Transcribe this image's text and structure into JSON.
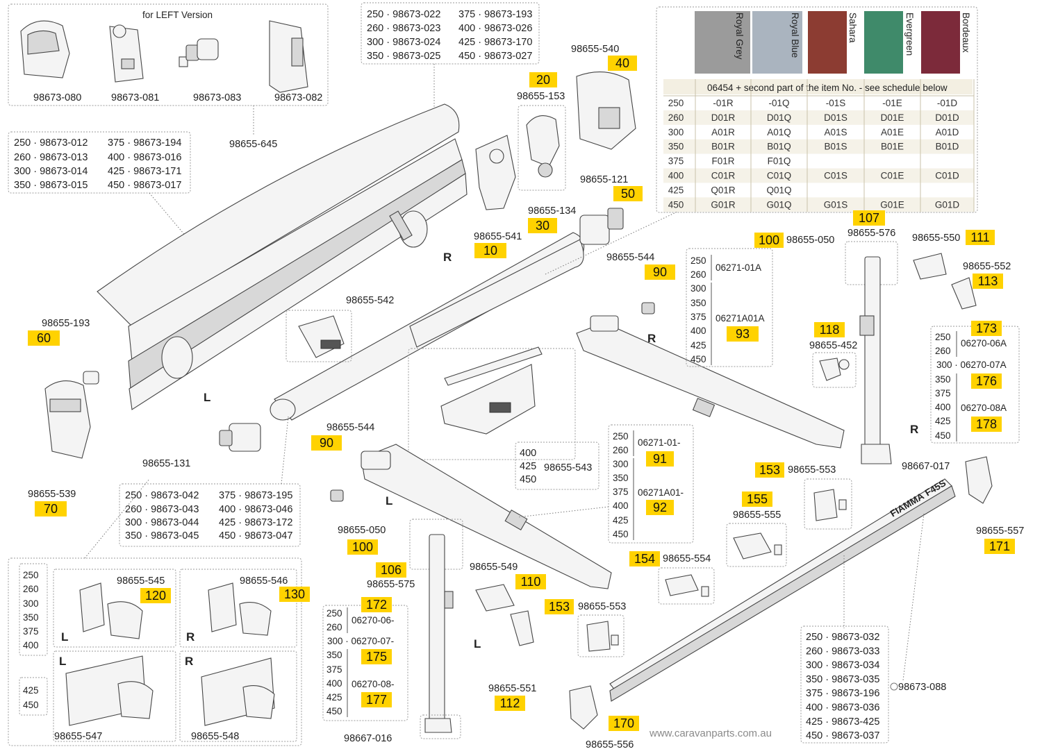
{
  "left_version_box": {
    "title": "for LEFT Version",
    "parts": [
      "98673-080",
      "98673-081",
      "98673-083",
      "98673-082"
    ],
    "ref": "98655-645"
  },
  "front_profile_table": {
    "rows": [
      [
        "250 · 98673-012",
        "375 · 98673-194"
      ],
      [
        "260 · 98673-013",
        "400 · 98673-016"
      ],
      [
        "300 · 98673-014",
        "425 · 98673-171"
      ],
      [
        "350 · 98673-015",
        "450 · 98673-017"
      ]
    ]
  },
  "top_table": {
    "rows": [
      [
        "250 · 98673-022",
        "375 · 98673-193"
      ],
      [
        "260 · 98673-023",
        "400 · 98673-026"
      ],
      [
        "300 · 98673-024",
        "425 · 98673-170"
      ],
      [
        "350 · 98673-025",
        "450 · 98673-027"
      ]
    ]
  },
  "roller_table": {
    "rows": [
      [
        "250 · 98673-042",
        "375 · 98673-195"
      ],
      [
        "260 · 98673-043",
        "400 · 98673-046"
      ],
      [
        "300 · 98673-044",
        "425 · 98673-172"
      ],
      [
        "350 · 98673-045",
        "450 · 98673-047"
      ]
    ]
  },
  "bottom_profile_table": {
    "rows": [
      "250 · 98673-032",
      "260 · 98673-033",
      "300 · 98673-034",
      "350 · 98673-035",
      "375 · 98673-196",
      "400 · 98673-036",
      "425 · 98673-425",
      "450 · 98673-037"
    ],
    "ref": "98673-088"
  },
  "fabric_table": {
    "colors": [
      {
        "name": "Royal Grey",
        "swatch": "#9b9b9b"
      },
      {
        "name": "Royal Blue",
        "swatch": "#aab4bf"
      },
      {
        "name": "Sahara",
        "swatch": "#8c3c32"
      },
      {
        "name": "Evergreen",
        "swatch": "#3f8a6a"
      },
      {
        "name": "Bordeaux",
        "swatch": "#7c2a3a"
      }
    ],
    "header": "06454 + second part of the item No. - see schedule below",
    "rows": [
      {
        "size": "250",
        "cells": [
          "-01R",
          "-01Q",
          "-01S",
          "-01E",
          "-01D"
        ]
      },
      {
        "size": "260",
        "cells": [
          "D01R",
          "D01Q",
          "D01S",
          "D01E",
          "D01D"
        ]
      },
      {
        "size": "300",
        "cells": [
          "A01R",
          "A01Q",
          "A01S",
          "A01E",
          "A01D"
        ]
      },
      {
        "size": "350",
        "cells": [
          "B01R",
          "B01Q",
          "B01S",
          "B01E",
          "B01D"
        ]
      },
      {
        "size": "375",
        "cells": [
          "F01R",
          "F01Q",
          "",
          "",
          ""
        ]
      },
      {
        "size": "400",
        "cells": [
          "C01R",
          "C01Q",
          "C01S",
          "C01E",
          "C01D"
        ]
      },
      {
        "size": "425",
        "cells": [
          "Q01R",
          "Q01Q",
          "",
          "",
          ""
        ]
      },
      {
        "size": "450",
        "cells": [
          "G01R",
          "G01Q",
          "G01S",
          "G01E",
          "G01D"
        ]
      }
    ]
  },
  "arm_table_right": {
    "sizes_a": [
      "250",
      "260"
    ],
    "code_a": "06271-01A",
    "sizes_b": [
      "300",
      "350",
      "375",
      "400",
      "425",
      "450"
    ],
    "code_b": "06271A01A",
    "badge": "93"
  },
  "arm_table_left": {
    "sizes_a": [
      "250",
      "260"
    ],
    "code_a": "06271-01-",
    "badge_a": "91",
    "sizes_b": [
      "300",
      "350",
      "375",
      "400",
      "425",
      "450"
    ],
    "code_b": "06271A01-",
    "badge_b": "92"
  },
  "leg_table_right": {
    "badge_top": "173",
    "sizes_a": [
      "250",
      "260"
    ],
    "code_a": "06270-06A",
    "row_300": "300 · 06270-07A",
    "badge_300": "176",
    "sizes_b": [
      "350",
      "375",
      "400",
      "425",
      "450"
    ],
    "code_b": "06270-08A",
    "badge_b": "178"
  },
  "leg_table_left": {
    "badge_top": "172",
    "sizes_a": [
      "250",
      "260"
    ],
    "code_a": "06270-06-",
    "row_300": "300 · 06270-07-",
    "badge_300": "175",
    "sizes_b": [
      "350",
      "375",
      "400",
      "425",
      "450"
    ],
    "code_b": "06270-08-",
    "badge_b": "177"
  },
  "bracket_box": {
    "sizes_a": [
      "250",
      "260",
      "300",
      "350",
      "375",
      "400"
    ],
    "sizes_b": [
      "425",
      "450"
    ],
    "bracket_1": {
      "code": "98655-545",
      "badge": "120",
      "side": "L"
    },
    "bracket_2": {
      "code": "98655-546",
      "badge": "130",
      "side": "R"
    },
    "bracket_3": {
      "code": "98655-547",
      "side": "L"
    },
    "bracket_4": {
      "code": "98655-548",
      "side": "R"
    }
  },
  "callouts": [
    {
      "code": "98655-540",
      "badge": "40"
    },
    {
      "code": "98655-153",
      "badge": "20"
    },
    {
      "code": "98655-541",
      "badge": "10"
    },
    {
      "code": "98655-134",
      "badge": "30"
    },
    {
      "code": "98655-121",
      "badge": "50"
    },
    {
      "code": "98655-193",
      "badge": "60"
    },
    {
      "code": "98655-539",
      "badge": "70"
    },
    {
      "code": "98655-542"
    },
    {
      "code": "98655-131"
    },
    {
      "code": "98655-544",
      "badge": "90"
    },
    {
      "code": "98655-544",
      "badge": "90"
    },
    {
      "code": "98655-050",
      "badge": "100"
    },
    {
      "code": "98655-576",
      "badge": "107"
    },
    {
      "code": "98655-550",
      "badge": "111"
    },
    {
      "code": "98655-552",
      "badge": "113"
    },
    {
      "code": "98655-452",
      "badge": "118"
    },
    {
      "code": "98667-017"
    },
    {
      "code": "98655-553",
      "badge": "153"
    },
    {
      "code": "98655-555",
      "badge": "155"
    },
    {
      "code": "98655-554",
      "badge": "154"
    },
    {
      "code": "98655-557",
      "badge": "171"
    },
    {
      "code": "98655-050",
      "badge": "100"
    },
    {
      "code": "98655-575",
      "badge": "106"
    },
    {
      "code": "98655-549",
      "badge": "110"
    },
    {
      "code": "98655-551",
      "badge": "112"
    },
    {
      "code": "98655-553",
      "badge": "153"
    },
    {
      "code": "98655-556",
      "badge": "170"
    },
    {
      "code": "98667-016"
    }
  ],
  "rack_labels": {
    "sizes": [
      "400",
      "425",
      "450"
    ],
    "code": "98655-543"
  },
  "side_letters": {
    "r1": "R",
    "l1": "L",
    "r2": "R",
    "l2": "L",
    "r3": "R",
    "l3": "L"
  },
  "brand": {
    "name": "FIAMMA",
    "model": "F45S",
    "watermark": "www.caravanparts.com.au"
  }
}
